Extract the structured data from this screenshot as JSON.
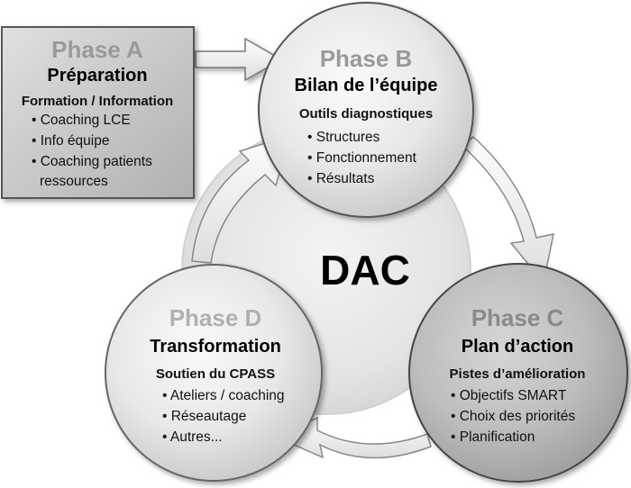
{
  "center": {
    "label": "DAC"
  },
  "colors": {
    "phase_label": "#9a9a9a",
    "circle_light": "#ebebeb",
    "circle_dark": "#bdbdbd",
    "box_fill": "#c8c8c8",
    "arrow_fill": "#f4f4f4",
    "outline": "#555555"
  },
  "phase_a": {
    "phase": "Phase A",
    "title": "Préparation",
    "subtitle": "Formation / Information",
    "items": [
      "• Coaching LCE",
      "• Info équipe",
      "• Coaching patients",
      "ressources"
    ]
  },
  "phase_b": {
    "phase": "Phase B",
    "title": "Bilan de l’équipe",
    "subtitle": "Outils diagnostiques",
    "items": [
      "• Structures",
      "• Fonctionnement",
      "• Résultats"
    ]
  },
  "phase_c": {
    "phase": "Phase C",
    "title": "Plan d’action",
    "subtitle": "Pistes d’amélioration",
    "items": [
      "• Objectifs SMART",
      "• Choix des priorités",
      "• Planification"
    ]
  },
  "phase_d": {
    "phase": "Phase D",
    "title": "Transformation",
    "subtitle": "Soutien du CPASS",
    "items": [
      "• Ateliers / coaching",
      "• Réseautage",
      "• Autres..."
    ]
  }
}
